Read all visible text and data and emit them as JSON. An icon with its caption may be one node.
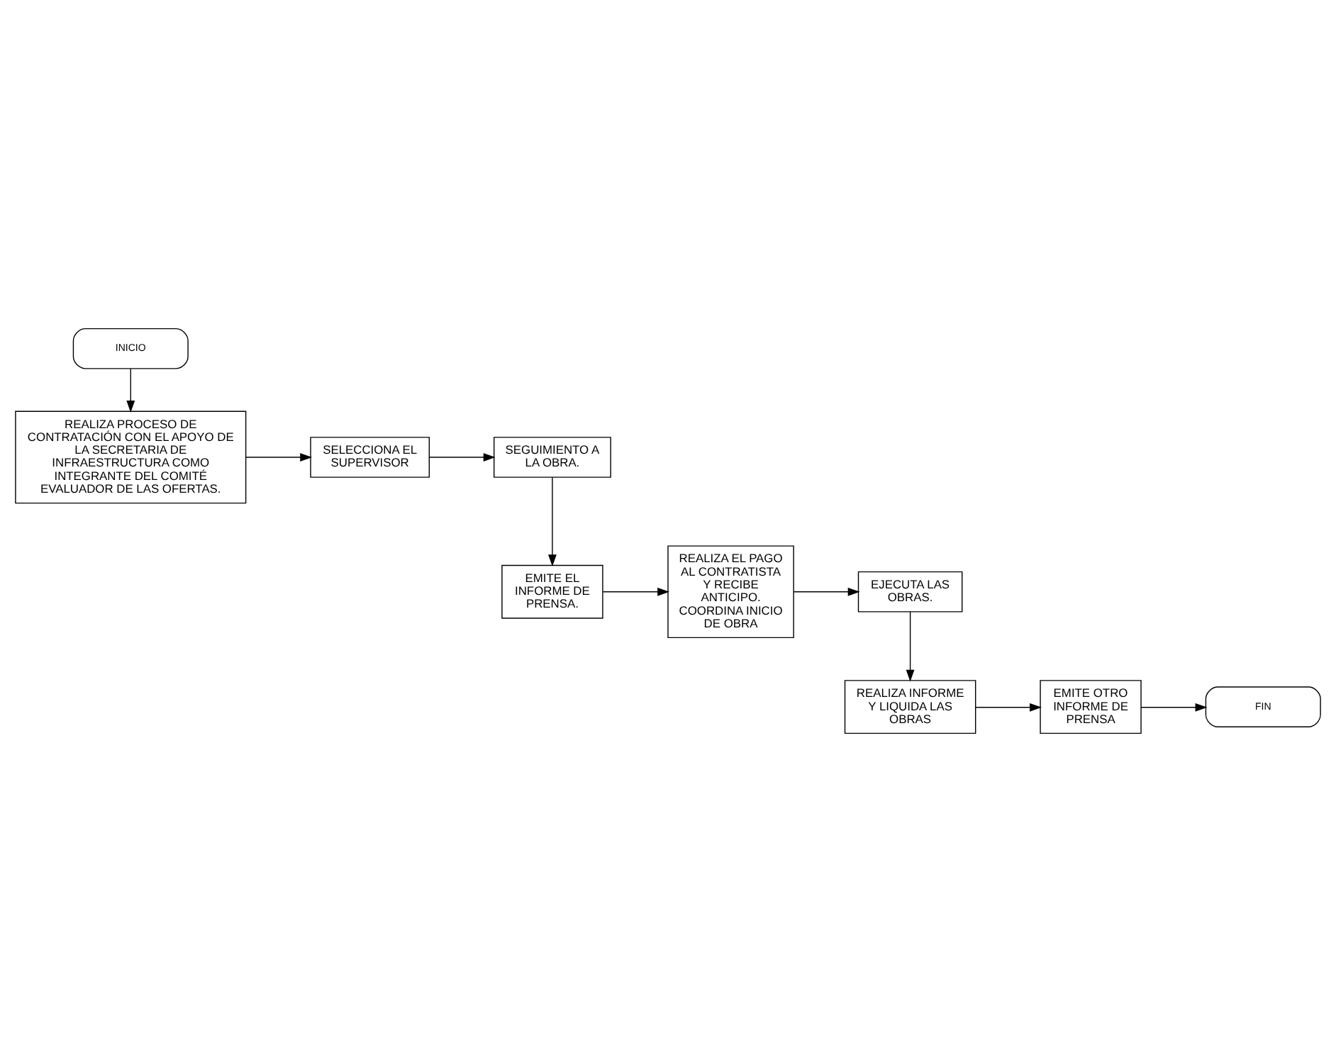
{
  "diagram": {
    "nodes": [
      {
        "text": [
          "INICIO"
        ]
      },
      {
        "text": [
          "REALIZA PROCESO DE CONTRATACIÓN CON EL APOYO DE LA SECRETARIA DE INFRAESTRUCTURA COMO INTEGRANTE DEL COMITÉ EVALUADOR DE LAS OFERTAS."
        ]
      },
      {
        "text": [
          "SELECCIONA EL SUPERVISOR"
        ]
      },
      {
        "text": [
          "SEGUIMIENTO A LA OBRA."
        ]
      },
      {
        "text": [
          "EJECUTA LAS OBRAS."
        ]
      },
      {
        "text": [
          "REALIZA EL PAGO AL CONTRATISTA Y RECIBE ANTICIPO. COORDINA INICIO DE OBRA"
        ]
      },
      {
        "text": [
          "EMITE EL INFORME DE PRENSA."
        ]
      },
      {
        "text": [
          "REALIZA INFORME Y LIQUIDA LAS OBRAS"
        ]
      },
      {
        "text": [
          "EMITE OTRO INFORME DE PRENSA"
        ]
      },
      {
        "text": [
          "FIN"
        ]
      }
    ],
    "edges": [
      {
        "from": 0,
        "to": 1,
        "arrow": "to"
      },
      {
        "from": 1,
        "to": 2,
        "arrow": "to"
      },
      {
        "from": 2,
        "to": 3,
        "arrow": "to"
      },
      {
        "from": 3,
        "to": 6,
        "arrow": "to"
      },
      {
        "from": 6,
        "to": 5,
        "arrow": "to"
      },
      {
        "from": 5,
        "to": 4,
        "arrow": "to"
      },
      {
        "from": 4,
        "to": 7,
        "arrow": "to"
      },
      {
        "from": 7,
        "to": 8,
        "arrow": "to"
      },
      {
        "from": 8,
        "to": 9,
        "arrow": "to"
      }
    ]
  }
}
